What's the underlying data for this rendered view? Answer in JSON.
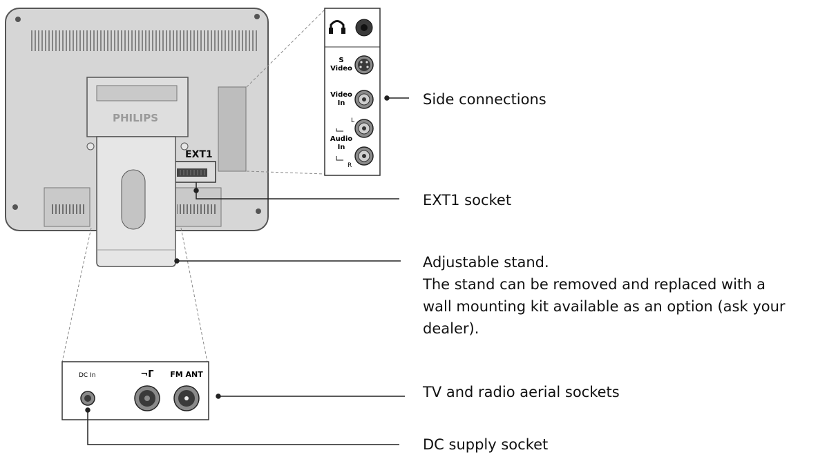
{
  "tv": {
    "brand": "PHILIPS",
    "ext1_label": "EXT1"
  },
  "side_panel": {
    "headphone_icon": "headphones-icon",
    "svideo_label": [
      "S",
      "Video"
    ],
    "video_in_label": [
      "Video",
      "In"
    ],
    "audio_in_label": [
      "Audio",
      "In"
    ],
    "left_marker": "L",
    "right_marker": "R"
  },
  "bottom_panel": {
    "dc_in_label": "DC In",
    "tv_ant_symbol": "¬Γ",
    "fm_ant_label": "FM ANT"
  },
  "callouts": {
    "side_connections": "Side connections",
    "ext1_socket": "EXT1 socket",
    "stand_title": "Adjustable stand.",
    "stand_line1": "The stand can be removed and replaced with a",
    "stand_line2": "wall mounting kit available as an option (ask your",
    "stand_line3": "dealer).",
    "aerial_sockets": "TV and radio aerial sockets",
    "dc_supply": "DC supply socket"
  },
  "colors": {
    "casing": "#d6d6d6",
    "casing_dark": "#bdbdbd",
    "stand": "#e6e6e6",
    "line": "#222222",
    "jack_dark": "#3a3a3a",
    "jack_mid": "#8a8a8a"
  }
}
